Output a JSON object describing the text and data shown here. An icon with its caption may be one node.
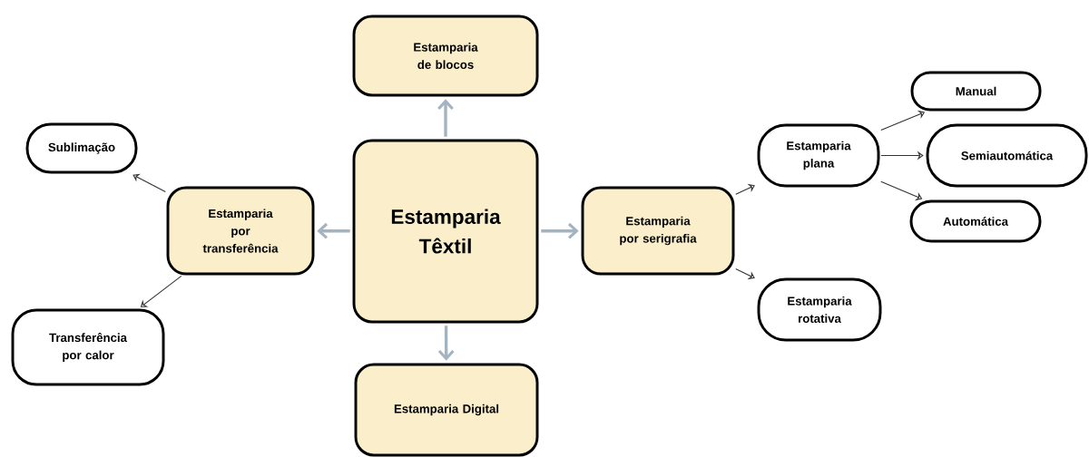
{
  "diagram": {
    "nodes": [
      {
        "text": [
          "Estamparia Têxtil"
        ]
      },
      {
        "text": [
          "Estamparia de blocos"
        ]
      },
      {
        "text": [
          "Estamparia por transferência"
        ]
      },
      {
        "text": [
          "Sublimação"
        ]
      },
      {
        "text": [
          "Transferência por calor"
        ]
      },
      {
        "text": [
          "Estamparia Digital"
        ]
      },
      {
        "text": [
          "Estamparia por serigrafia"
        ]
      },
      {
        "text": [
          "Estamparia plana"
        ]
      },
      {
        "text": [
          "Manual"
        ]
      },
      {
        "text": [
          "Semiautomática"
        ]
      },
      {
        "text": [
          "Automática"
        ]
      },
      {
        "text": [
          "Estamparia rotativa"
        ]
      }
    ],
    "edges": [
      {
        "from": 0,
        "to": 1,
        "arrow": "to",
        "style": "thick",
        "color": "#a3b4c0"
      },
      {
        "from": 0,
        "to": 2,
        "arrow": "to",
        "style": "thick",
        "color": "#a3b4c0"
      },
      {
        "from": 2,
        "to": 3,
        "arrow": "to"
      },
      {
        "from": 2,
        "to": 4,
        "arrow": "to"
      },
      {
        "from": 0,
        "to": 5,
        "arrow": "to",
        "style": "thick",
        "color": "#a3b4c0"
      },
      {
        "from": 0,
        "to": 6,
        "arrow": "to",
        "style": "thick",
        "color": "#a3b4c0"
      },
      {
        "from": 6,
        "to": 7,
        "arrow": "to"
      },
      {
        "from": 7,
        "to": 8,
        "arrow": "to"
      },
      {
        "from": 7,
        "to": 9,
        "arrow": "to"
      },
      {
        "from": 7,
        "to": 10,
        "arrow": "to"
      },
      {
        "from": 6,
        "to": 11,
        "arrow": "to"
      }
    ]
  }
}
